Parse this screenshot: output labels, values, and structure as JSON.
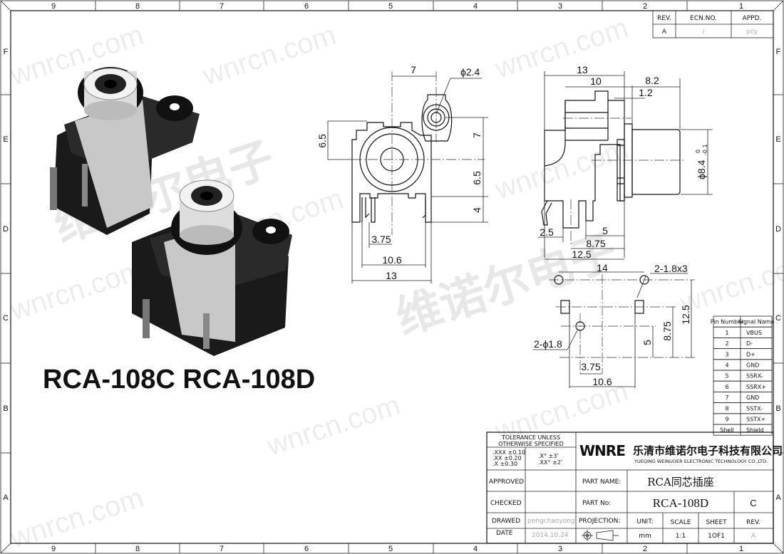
{
  "ruler": {
    "columns": [
      "9",
      "8",
      "7",
      "6",
      "5",
      "4",
      "3",
      "2",
      "1"
    ],
    "rows": [
      "F",
      "E",
      "D",
      "C",
      "B",
      "A"
    ]
  },
  "revision_block": {
    "headers": [
      "REV.",
      "ECN.NO.",
      "APPD."
    ],
    "row": [
      "A",
      "/",
      "pcy"
    ]
  },
  "product_title": "RCA-108C  RCA-108D",
  "front_view_dims": [
    "7",
    "ϕ2.4",
    "6.5",
    "7",
    "6.5",
    "4",
    "3.75",
    "10.6",
    "13"
  ],
  "side_view_dims": [
    "13",
    "10",
    "8.2",
    "1.2",
    "ϕ8.4",
    "0",
    "-0.1",
    "2.5",
    "5",
    "8.75",
    "12.5"
  ],
  "footprint_dims": [
    "14",
    "2-1.8x3",
    "12.5",
    "8.75",
    "5",
    "2-ϕ1.8",
    "3.75",
    "10.6"
  ],
  "pin_table": {
    "headers": [
      "Pin Number",
      "Signal Name"
    ],
    "rows": [
      [
        "1",
        "VBUS"
      ],
      [
        "2",
        "D-"
      ],
      [
        "3",
        "D+"
      ],
      [
        "4",
        "GND"
      ],
      [
        "5",
        "SSRX-"
      ],
      [
        "6",
        "SSRX+"
      ],
      [
        "7",
        "GND"
      ],
      [
        "8",
        "SSTX-"
      ],
      [
        "9",
        "SSTX+"
      ],
      [
        "Shell",
        "Shield"
      ]
    ]
  },
  "title_block": {
    "tolerance_title_1": "TOLERANCE  UNLESS",
    "tolerance_title_2": "OTHERWISE  SPECIFIED",
    "tol_linear": [
      ".XXX  ±0.10",
      ".XX    ±0.20",
      ".X      ±0.30"
    ],
    "tol_angular": [
      ".X°     ±3'",
      ".XX°   ±2'"
    ],
    "logo": "WNRE",
    "company_cn": "乐清市维诺尔电子科技有限公司",
    "company_en": "YUEQING WEINUOER ELECTRONIC TECHNOLOGY CO.,LTD.",
    "approved_label": "APPROVED",
    "checked_label": "CHECKED",
    "drawed_label": "DRAWED",
    "drawed_value": "pengchaoyong",
    "date_label": "DATE",
    "date_value": "2014.10.24",
    "part_name_label": "PART  NAME:",
    "part_name_value": "RCA同芯插座",
    "part_no_label": "PART  No:",
    "part_no_value": "RCA-108D",
    "part_rev_value": "C",
    "projection_label": "PROJECTION:",
    "unit_label": "UNIT:",
    "unit_value": "mm",
    "scale_label": "SCALE",
    "scale_value": "1:1",
    "sheet_label": "SHEET",
    "sheet_value": "1OF1",
    "rev_label": "REV.",
    "rev_value": "A"
  },
  "watermarks": {
    "url": "wnrcn.com",
    "cn": "维诺尔电子"
  }
}
